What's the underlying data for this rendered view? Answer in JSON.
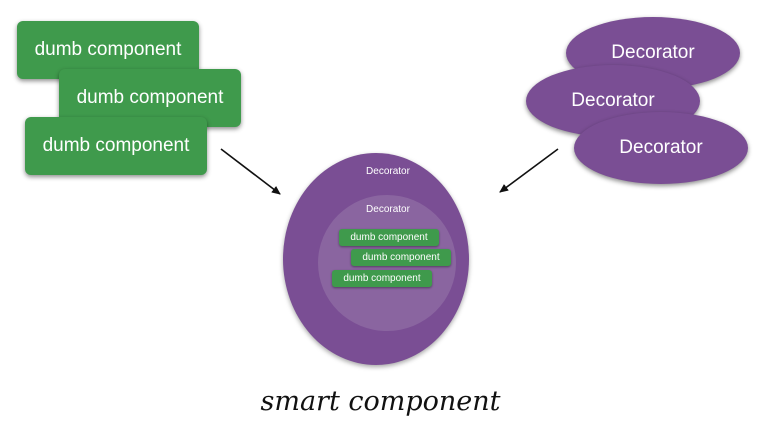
{
  "dumb_components": [
    "dumb component",
    "dumb component",
    "dumb component"
  ],
  "decorators": [
    "Decorator",
    "Decorator",
    "Decorator"
  ],
  "smart_circle": {
    "outer_label": "Decorator",
    "inner_label": "Decorator",
    "inner_components": [
      "dumb component",
      "dumb component",
      "dumb component"
    ]
  },
  "caption": "smart component",
  "colors": {
    "dumb_green": "#3f9a4c",
    "decorator_purple": "#7a4e94",
    "inner_circle_purple": "#8a65a0",
    "arrow": "#111111"
  }
}
